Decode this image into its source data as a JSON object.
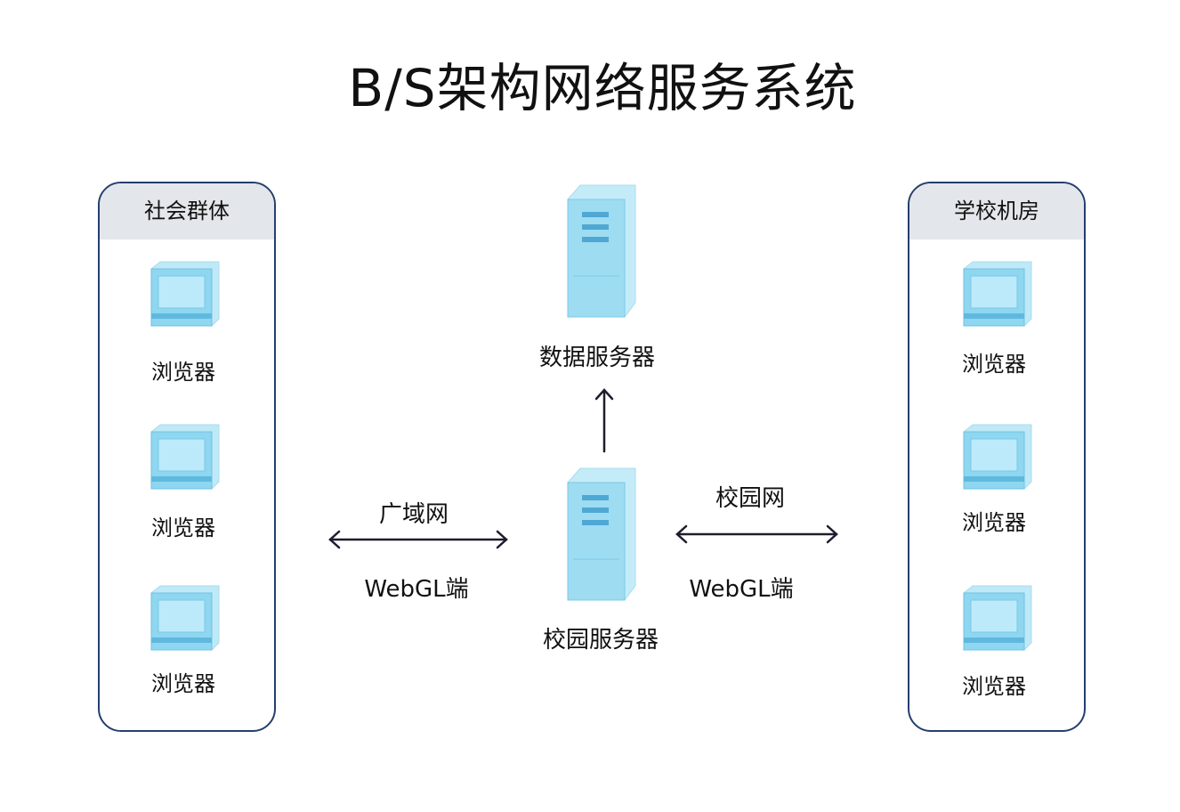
{
  "title": "B/S架构网络服务系统",
  "left_group": {
    "title": "社会群体",
    "items": [
      "浏览器",
      "浏览器",
      "浏览器"
    ]
  },
  "right_group": {
    "title": "学校机房",
    "items": [
      "浏览器",
      "浏览器",
      "浏览器"
    ]
  },
  "data_server": {
    "label": "数据服务器",
    "icon": "server-icon"
  },
  "campus_server": {
    "label": "校园服务器",
    "icon": "server-icon"
  },
  "left_link": {
    "top": "广域网",
    "bottom": "WebGL端"
  },
  "right_link": {
    "top": "校园网",
    "bottom": "WebGL端"
  },
  "colors": {
    "border": "#243f6e",
    "header": "#e3e6ea",
    "icon": "#7fd0ec"
  }
}
